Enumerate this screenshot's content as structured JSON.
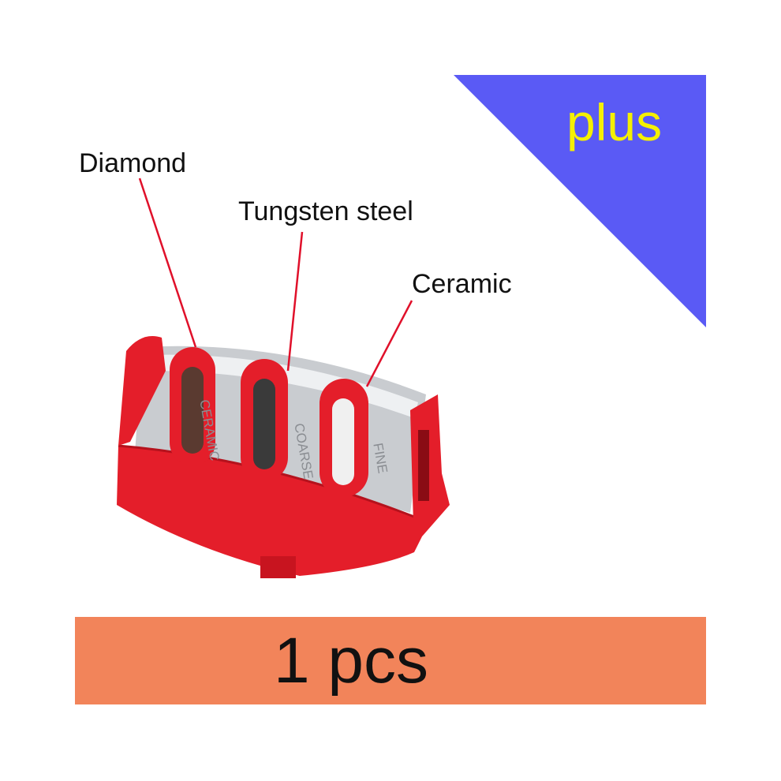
{
  "badge": {
    "text": "plus",
    "color": "#5a5af5",
    "text_color": "#f5f000"
  },
  "callouts": [
    {
      "label": "Diamond"
    },
    {
      "label": "Tungsten steel"
    },
    {
      "label": "Ceramic"
    }
  ],
  "engravings": [
    "CERAMIC",
    "COARSE",
    "FINE"
  ],
  "quantity": {
    "text": "1 pcs",
    "color": "#f2845a"
  },
  "colors": {
    "product_red": "#e41e2a",
    "callout_line": "#e0102a",
    "steel": "#c9ccd0"
  }
}
